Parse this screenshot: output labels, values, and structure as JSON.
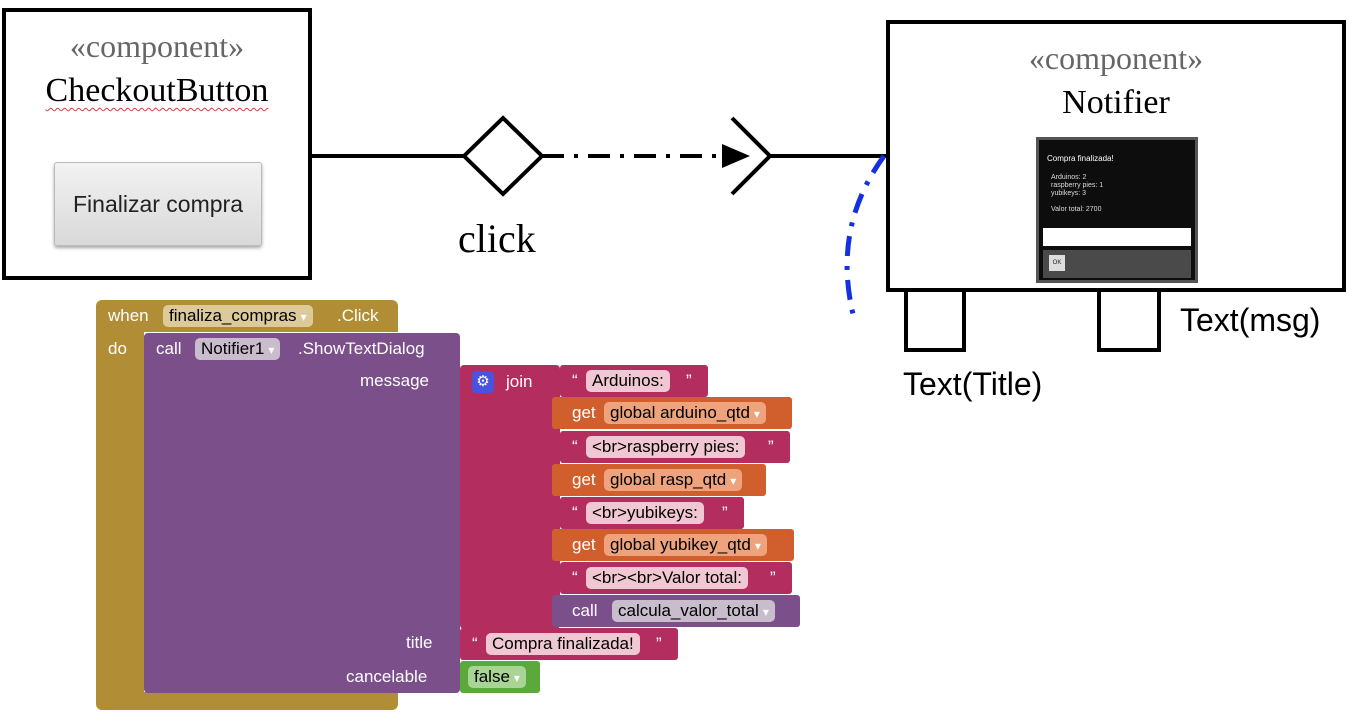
{
  "checkout_component": {
    "stereotype": "«component»",
    "name": "CheckoutButton",
    "button_label": "Finalizar compra"
  },
  "notifier_component": {
    "stereotype": "«component»",
    "name": "Notifier",
    "dialog": {
      "title": "Compra finalizada!",
      "lines": [
        "Arduinos: 2",
        "raspberry pies: 1",
        "yubikeys: 3",
        "",
        "Valor total: 2700"
      ],
      "ok_label": "OK"
    }
  },
  "connector": {
    "label": "click"
  },
  "ports": {
    "title_label": "Text(Title)",
    "msg_label": "Text(msg)"
  },
  "colors": {
    "event": "#b18e35",
    "procedure": "#7b4f8a",
    "text": "#b32d5e",
    "variable": "#d05f2d",
    "logic": "#5ba93b",
    "pill_dark": "#c8c0cb",
    "pill_text": "#f1c7d3"
  },
  "blocks": {
    "when": "when",
    "event_component": "finaliza_compras",
    "event_name": ".Click",
    "do": "do",
    "call": "call",
    "call_component": "Notifier1",
    "call_method": ".ShowTextDialog",
    "message_label": "message",
    "join_label": "join",
    "title_label": "title",
    "cancelable_label": "cancelable",
    "open_quote": "“",
    "close_quote": "”",
    "text_arduinos": "Arduinos:",
    "get_label": "get",
    "var_arduino": "global arduino_qtd",
    "text_raspberry": "<br>raspberry pies:",
    "var_rasp": "global rasp_qtd",
    "text_yubikeys": "<br>yubikeys:",
    "var_yubikey": "global yubikey_qtd",
    "text_valor": "<br><br>Valor total:",
    "call_label2": "call",
    "proc_calcula": "calcula_valor_total",
    "title_text": "Compra finalizada!",
    "cancelable_value": "false",
    "dropdown_arrow": "▾",
    "gear_glyph": "⚙"
  }
}
